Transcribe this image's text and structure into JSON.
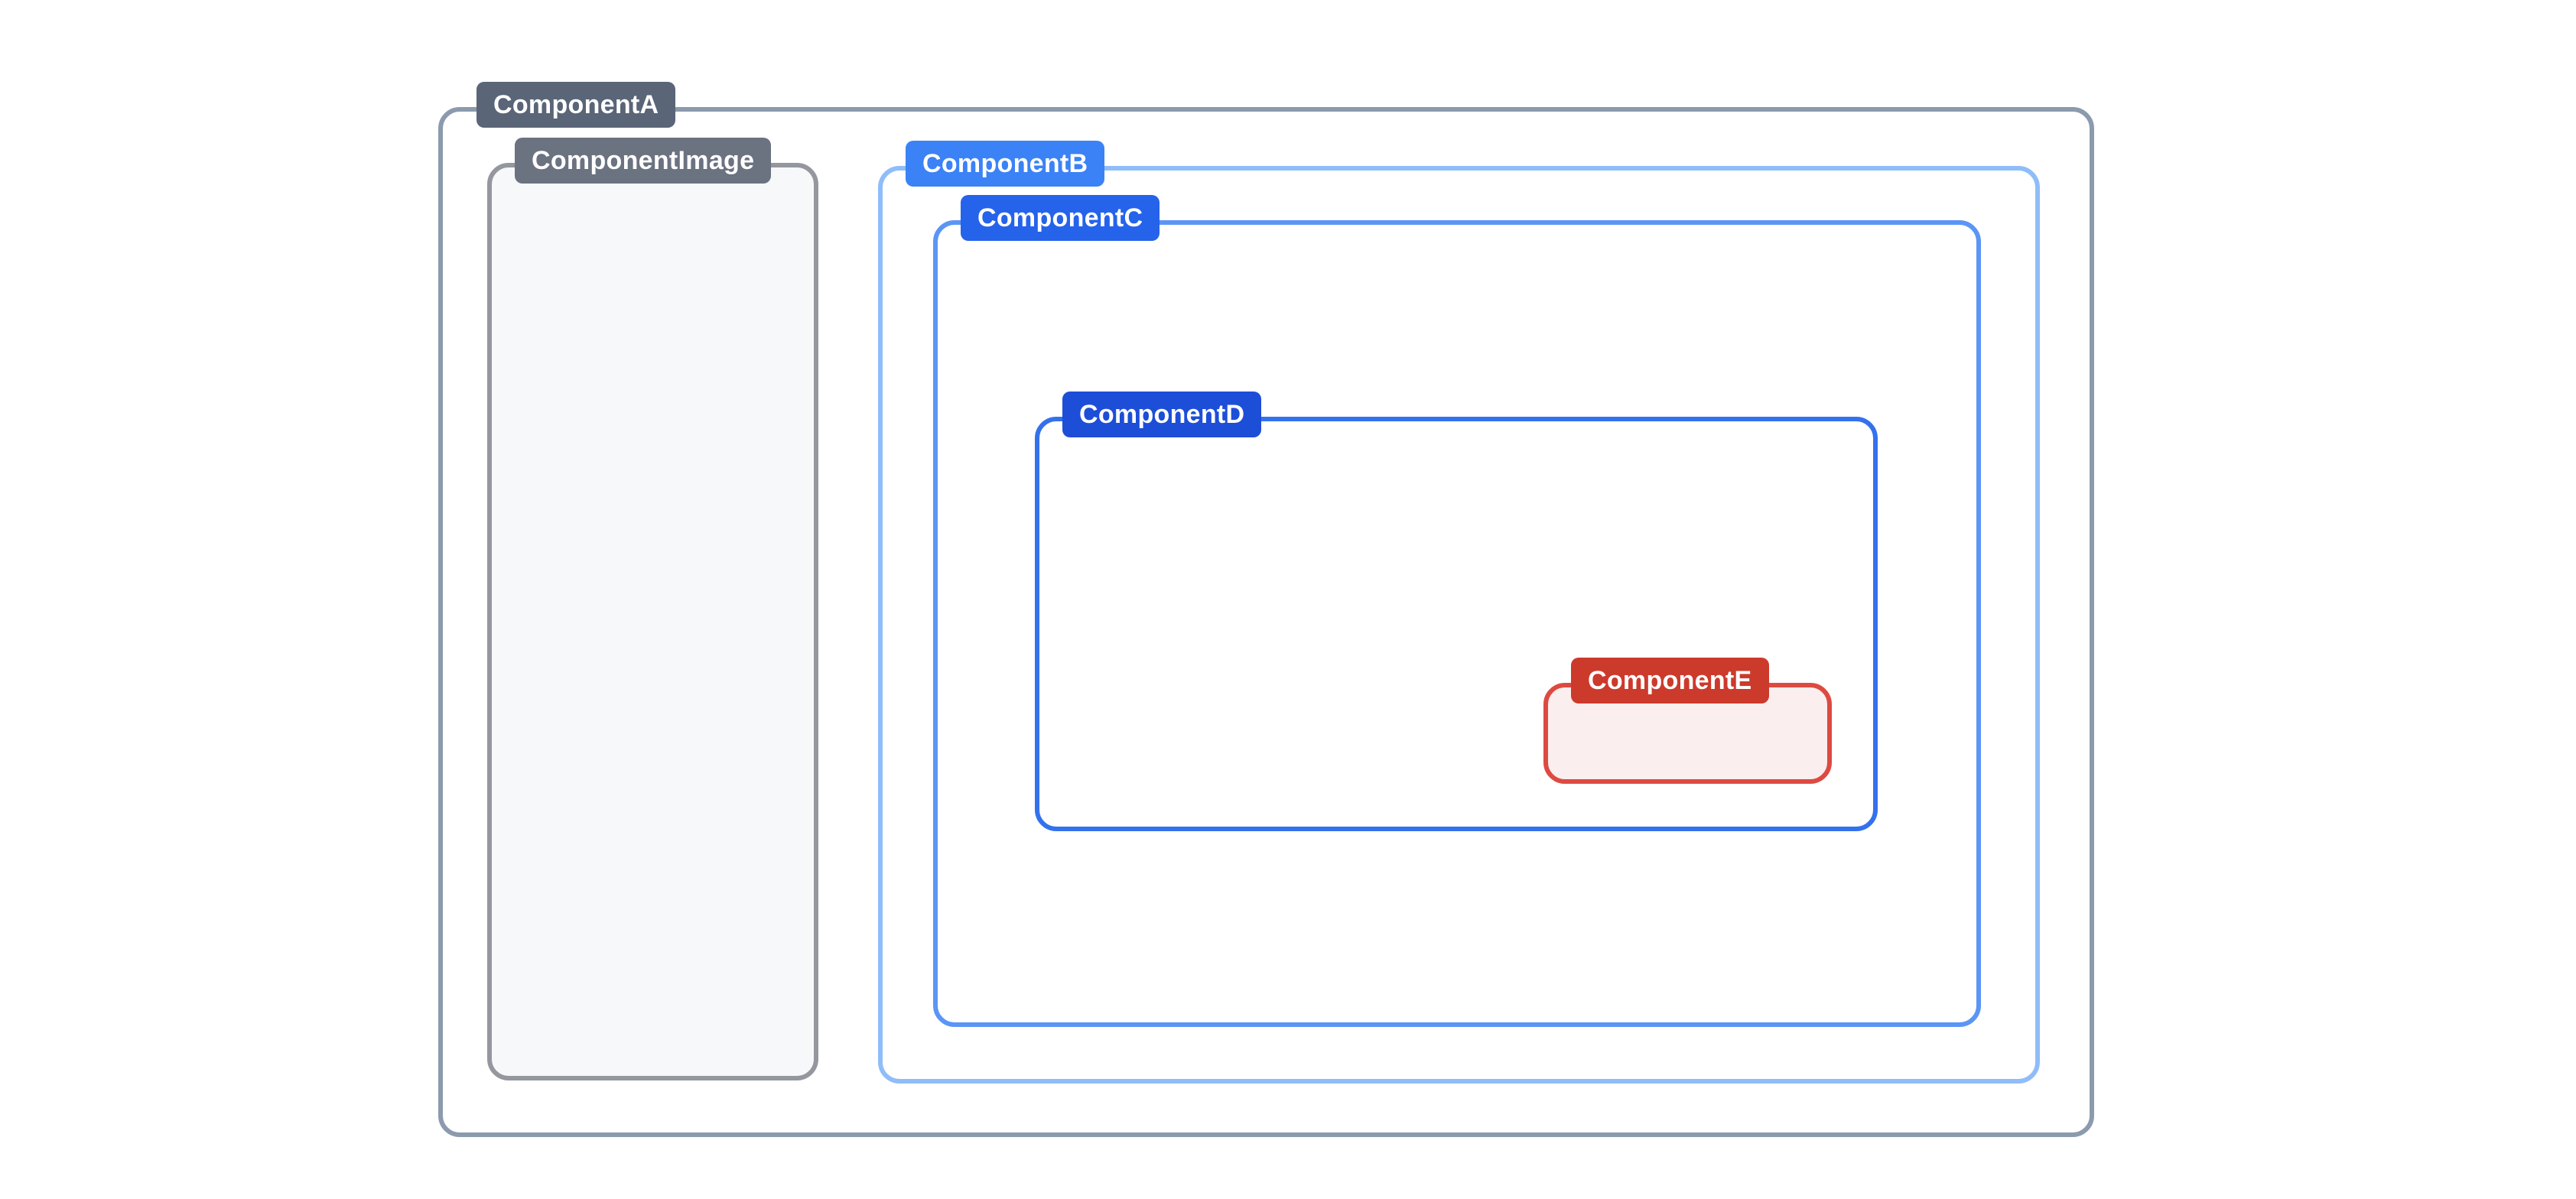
{
  "page": {
    "background": "#ffffff",
    "description": "Nested component hierarchy diagram"
  },
  "diagram": {
    "type": "nested-component-tree",
    "components": {
      "a": {
        "label": "ComponentA",
        "label_bg": "#5a6577",
        "border_color": "#8c9aae",
        "fill": ""
      },
      "image": {
        "label": "ComponentImage",
        "label_bg": "#6b7280",
        "border_color": "#94979e",
        "fill": "#f7f8fa"
      },
      "b": {
        "label": "ComponentB",
        "label_bg": "#3b82f6",
        "border_color": "#8fbdf9",
        "fill": ""
      },
      "c": {
        "label": "ComponentC",
        "label_bg": "#2563eb",
        "border_color": "#5b95f5",
        "fill": ""
      },
      "d": {
        "label": "ComponentD",
        "label_bg": "#1d4ed8",
        "border_color": "#3471ed",
        "fill": ""
      },
      "e": {
        "label": "ComponentE",
        "label_bg": "#cc3a2c",
        "border_color": "#dd4a41",
        "fill": "#fbeeee"
      }
    }
  }
}
